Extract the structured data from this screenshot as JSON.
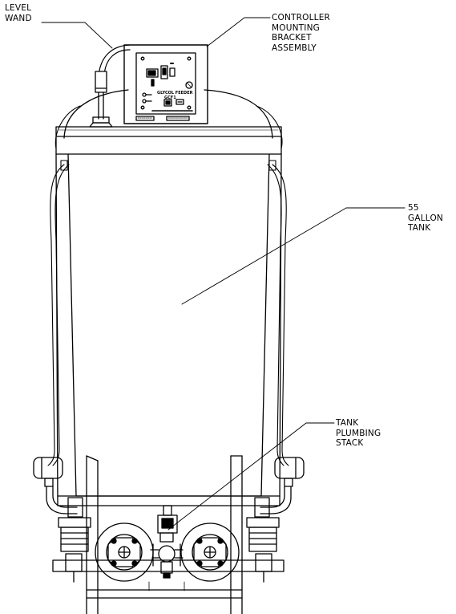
{
  "labels": {
    "level_wand": [
      "LEVEL",
      "WAND"
    ],
    "controller": [
      "CONTROLLER",
      "MOUNTING",
      "BRACKET",
      "ASSEMBLY"
    ],
    "tank": [
      "55",
      "GALLON",
      "TANK"
    ],
    "plumbing": [
      "TANK",
      "PLUMBING",
      "STACK"
    ]
  },
  "controller_panel": {
    "nameplate_line1": "GLYCOL FEEDER",
    "nameplate_line2": "GCF1"
  },
  "colors": {
    "line": "#000000",
    "background": "#ffffff"
  }
}
